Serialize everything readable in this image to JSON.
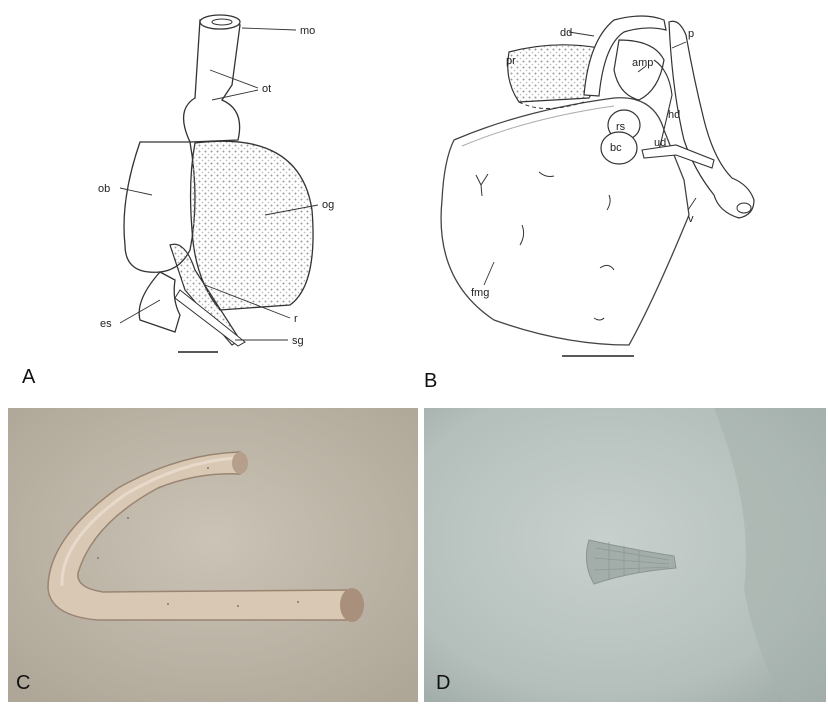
{
  "panels": {
    "a": {
      "letter": "A",
      "labels": {
        "mo": "mo",
        "ot": "ot",
        "ob": "ob",
        "og": "og",
        "es": "es",
        "r": "r",
        "sg": "sg"
      }
    },
    "b": {
      "letter": "B",
      "labels": {
        "dd": "dd",
        "p": "p",
        "pr": "pr",
        "amp": "amp",
        "hd": "hd",
        "rs": "rs",
        "ud": "ud",
        "bc": "bc",
        "v": "v",
        "fmg": "fmg"
      }
    },
    "c": {
      "letter": "C"
    },
    "d": {
      "letter": "D"
    }
  },
  "colors": {
    "line": "#333333",
    "stipple": "#bdbdbd",
    "photo_c_bg": "#bdb6a8",
    "photo_c_specimen": "#d6c5b1",
    "photo_d_bg": "#b9c3bf"
  }
}
